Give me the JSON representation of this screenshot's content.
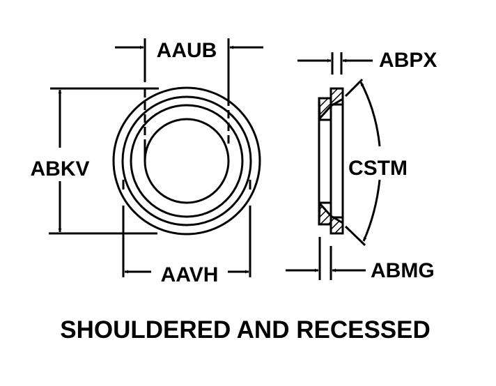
{
  "diagram": {
    "title": "SHOULDERED AND RECESSED",
    "front_view": {
      "dimensions": {
        "top": "AAUB",
        "bottom": "AAVH",
        "left": "ABKV"
      }
    },
    "side_view": {
      "dimensions": {
        "top": "ABPX",
        "bottom": "ABMG",
        "angle": "CSTM"
      }
    },
    "colors": {
      "line": "#000000",
      "background": "#ffffff"
    }
  }
}
